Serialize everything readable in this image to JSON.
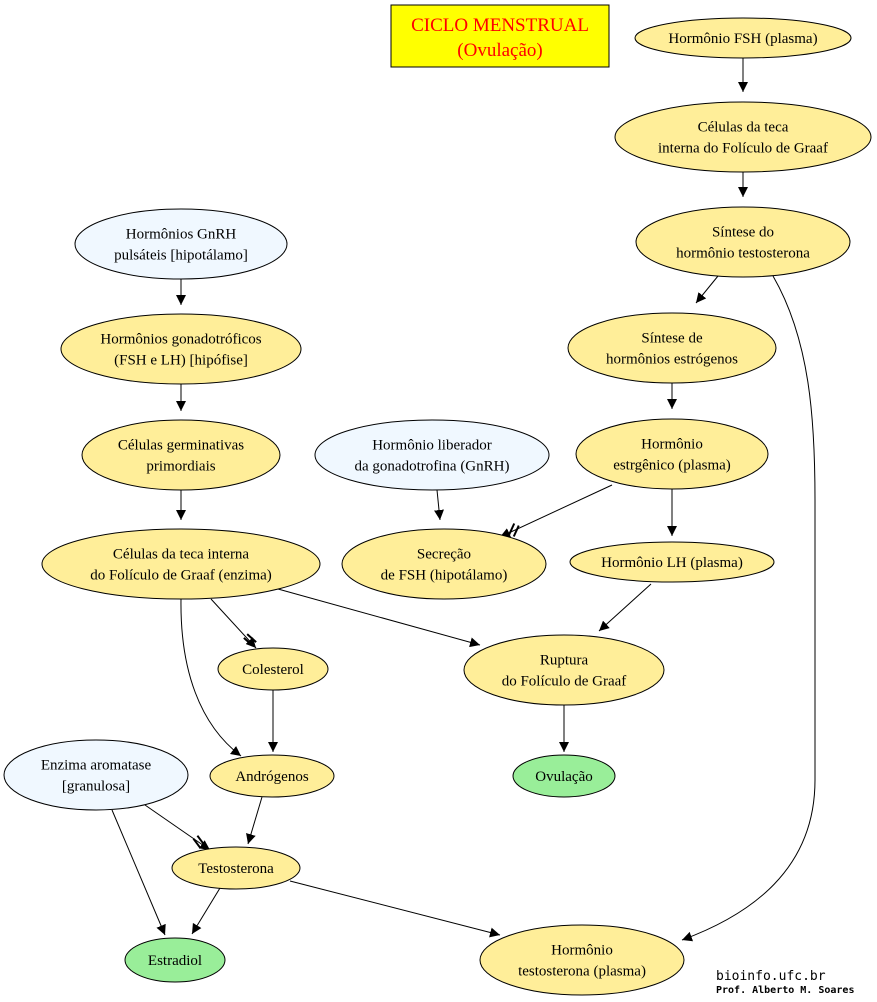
{
  "title": {
    "line1": "CICLO MENSTRUAL",
    "line2": "(Ovulação)"
  },
  "credits": {
    "site": "bioinfo.ufc.br",
    "author": "Prof. Alberto M. Soares"
  },
  "colors": {
    "default_node": "#ffee99",
    "regulator_node": "#f0f8ff",
    "outcome_node": "#99ee99",
    "title_box": "#ffff00",
    "title_text": "#ff0000"
  },
  "nodes": {
    "fsh_plasma": {
      "lines": [
        "Hormônio FSH (plasma)"
      ]
    },
    "celulas_teca_1": {
      "lines": [
        "Células da teca",
        "interna do Folículo de Graaf"
      ]
    },
    "sintese_testo": {
      "lines": [
        "Síntese do",
        "hormônio testosterona"
      ]
    },
    "sintese_estro": {
      "lines": [
        "Síntese de",
        "hormônios estrógenos"
      ]
    },
    "hormonio_estrg": {
      "lines": [
        "Hormônio",
        "estrgênico (plasma)"
      ]
    },
    "lh_plasma": {
      "lines": [
        "Hormônio LH (plasma)"
      ]
    },
    "gnrh_pulsateis": {
      "lines": [
        "Hormônios GnRH",
        "pulsáteis [hipotálamo]"
      ]
    },
    "gonadotroficos": {
      "lines": [
        "Hormônios gonadotróficos",
        "(FSH e LH) [hipófise]"
      ]
    },
    "germinativas": {
      "lines": [
        "Células germinativas",
        "primordiais"
      ]
    },
    "liberador": {
      "lines": [
        "Hormônio liberador",
        "da gonadotrofina (GnRH)"
      ]
    },
    "teca_enzima": {
      "lines": [
        "Células da teca interna",
        "do Folículo de Graaf (enzima)"
      ]
    },
    "secrecao_fsh": {
      "lines": [
        "Secreção",
        "de FSH (hipotálamo)"
      ]
    },
    "colesterol": {
      "lines": [
        "Colesterol"
      ]
    },
    "ruptura": {
      "lines": [
        "Ruptura",
        "do Folículo de Graaf"
      ]
    },
    "androgenos": {
      "lines": [
        "Andrógenos"
      ]
    },
    "ovulacao": {
      "lines": [
        "Ovulação"
      ]
    },
    "aromatase": {
      "lines": [
        "Enzima aromatase",
        "[granulosa]"
      ]
    },
    "testosterona": {
      "lines": [
        "Testosterona"
      ]
    },
    "estradiol": {
      "lines": [
        "Estradiol"
      ]
    },
    "testo_plasma": {
      "lines": [
        "Hormônio",
        "testosterona (plasma)"
      ]
    }
  },
  "edges": [
    {
      "from": "fsh_plasma",
      "to": "celulas_teca_1",
      "kind": "activates"
    },
    {
      "from": "celulas_teca_1",
      "to": "sintese_testo",
      "kind": "activates"
    },
    {
      "from": "sintese_testo",
      "to": "sintese_estro",
      "kind": "activates"
    },
    {
      "from": "sintese_testo",
      "to": "testo_plasma",
      "kind": "activates"
    },
    {
      "from": "sintese_estro",
      "to": "hormonio_estrg",
      "kind": "activates"
    },
    {
      "from": "hormonio_estrg",
      "to": "lh_plasma",
      "kind": "activates"
    },
    {
      "from": "hormonio_estrg",
      "to": "secrecao_fsh",
      "kind": "inhibits"
    },
    {
      "from": "lh_plasma",
      "to": "ruptura",
      "kind": "activates"
    },
    {
      "from": "gnrh_pulsateis",
      "to": "gonadotroficos",
      "kind": "activates"
    },
    {
      "from": "gonadotroficos",
      "to": "germinativas",
      "kind": "activates"
    },
    {
      "from": "germinativas",
      "to": "teca_enzima",
      "kind": "activates"
    },
    {
      "from": "liberador",
      "to": "secrecao_fsh",
      "kind": "activates"
    },
    {
      "from": "teca_enzima",
      "to": "colesterol",
      "kind": "inhibits"
    },
    {
      "from": "teca_enzima",
      "to": "ruptura",
      "kind": "activates"
    },
    {
      "from": "teca_enzima",
      "to": "androgenos",
      "kind": "activates"
    },
    {
      "from": "colesterol",
      "to": "androgenos",
      "kind": "activates"
    },
    {
      "from": "ruptura",
      "to": "ovulacao",
      "kind": "activates"
    },
    {
      "from": "androgenos",
      "to": "testosterona",
      "kind": "activates"
    },
    {
      "from": "aromatase",
      "to": "testosterona",
      "kind": "inhibits"
    },
    {
      "from": "aromatase",
      "to": "estradiol",
      "kind": "activates"
    },
    {
      "from": "testosterona",
      "to": "estradiol",
      "kind": "activates"
    },
    {
      "from": "testosterona",
      "to": "testo_plasma",
      "kind": "activates"
    }
  ]
}
